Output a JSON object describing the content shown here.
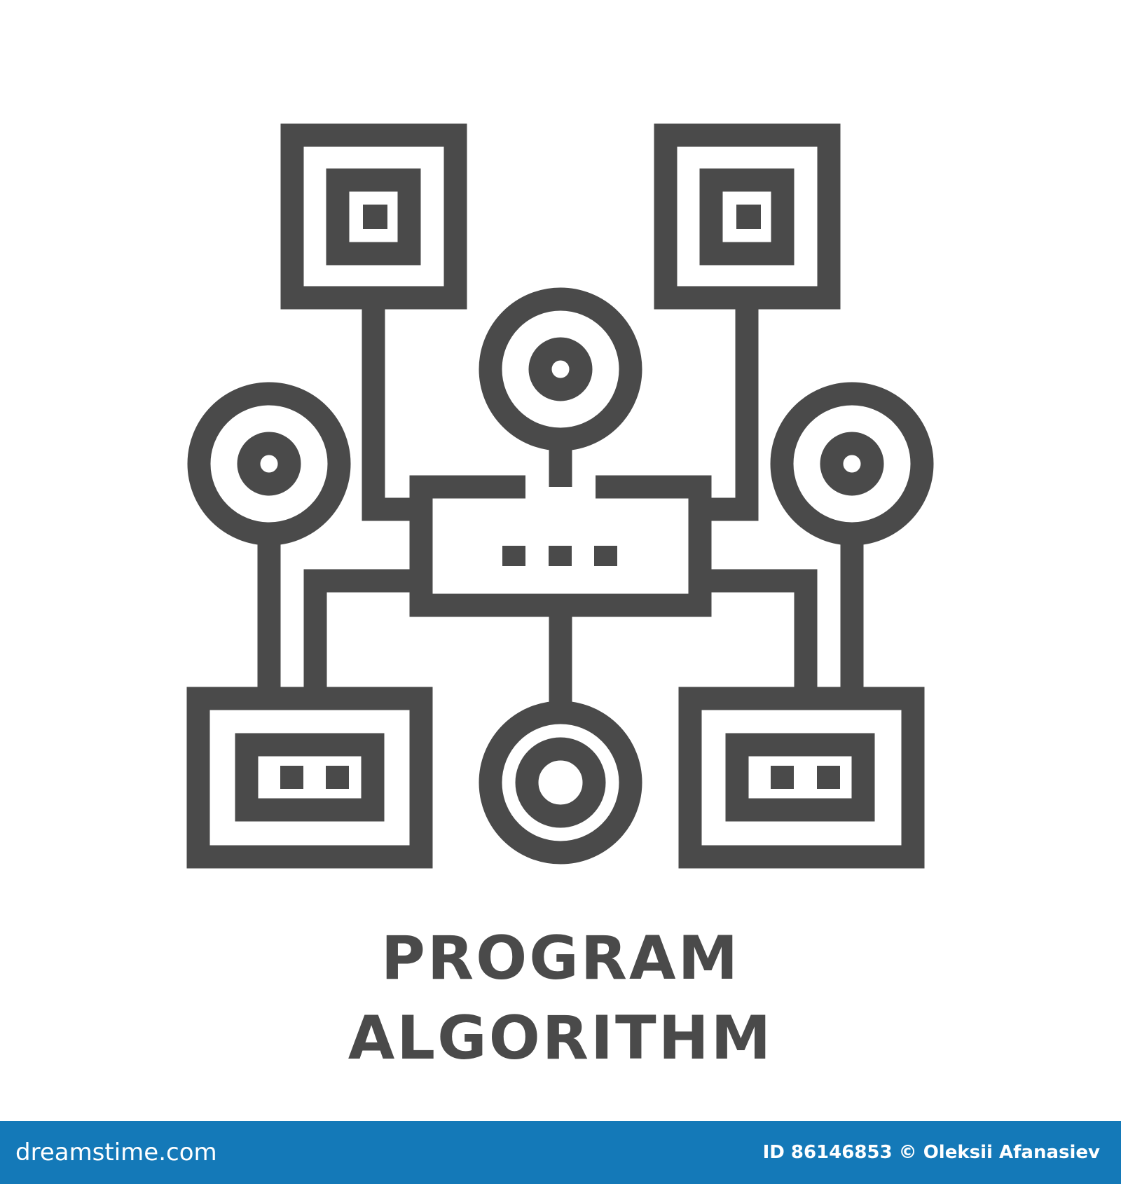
{
  "icon": {
    "name": "program-algorithm-icon",
    "stroke_color": "#4a4a4a",
    "background_color": "#ffffff"
  },
  "caption": {
    "line1": "PROGRAM",
    "line2": "ALGORITHM"
  },
  "footer": {
    "logo_text": "dreamstime.com",
    "credit_text": "ID 86146853 © Oleksii Afanasiev",
    "background_color": "#1479b8",
    "text_color": "#ffffff"
  }
}
